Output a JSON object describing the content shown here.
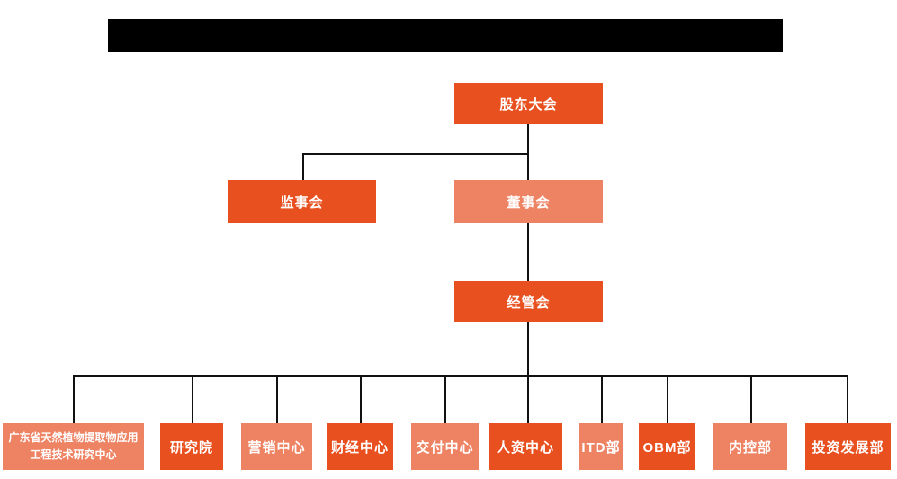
{
  "colors": {
    "accent_dark": "#E8501F",
    "accent_light": "#EE8364",
    "line": "#111111",
    "redacted_bar": "#000000"
  },
  "nodes": {
    "shareholders": {
      "label": "股东大会"
    },
    "supervisory": {
      "label": "监事会"
    },
    "board": {
      "label": "董事会"
    },
    "management": {
      "label": "经管会"
    }
  },
  "departments": [
    {
      "label": "广东省天然植物提取物应用工程技术研究中心"
    },
    {
      "label": "研究院"
    },
    {
      "label": "营销中心"
    },
    {
      "label": "财经中心"
    },
    {
      "label": "交付中心"
    },
    {
      "label": "人资中心"
    },
    {
      "label": "ITD部"
    },
    {
      "label": "OBM部"
    },
    {
      "label": "内控部"
    },
    {
      "label": "投资发展部"
    }
  ]
}
